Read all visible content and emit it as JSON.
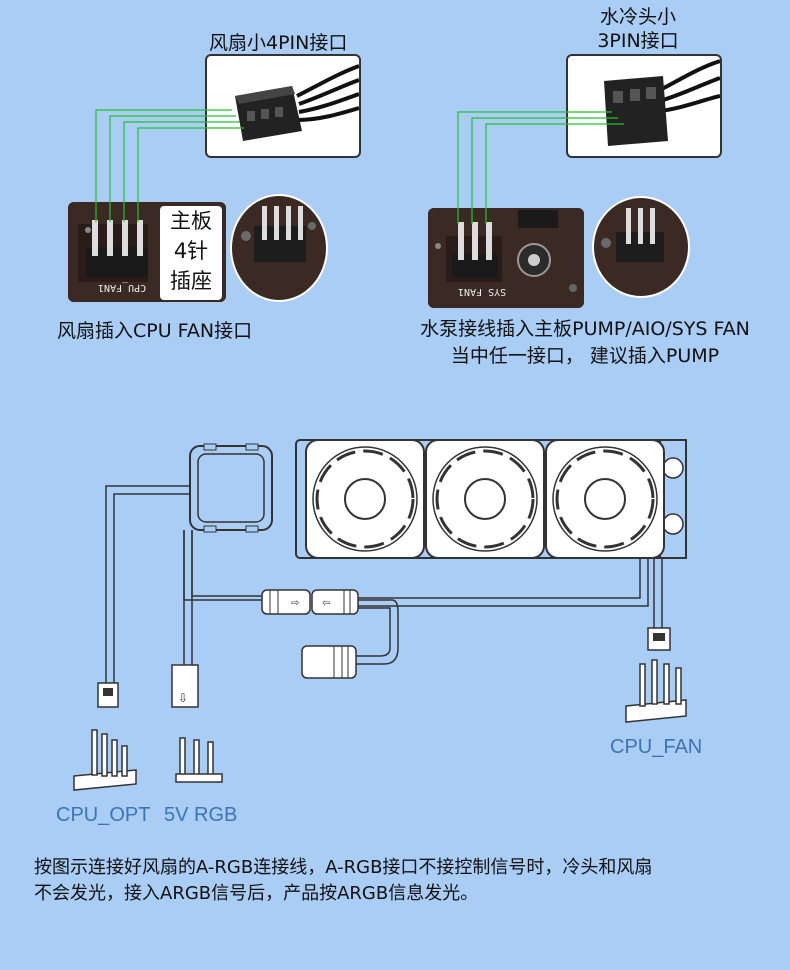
{
  "top_left": {
    "title": "风扇小4PIN接口",
    "badge_line1": "主板",
    "badge_line2": "4针",
    "badge_line3": "插座",
    "silk_label": "CPU_FAN1",
    "caption": "风扇插入CPU FAN接口"
  },
  "top_right": {
    "title_line1": "水冷头小",
    "title_line2": "3PIN接口",
    "silk_label": "SYS FAN1",
    "caption_line1": "水泵接线插入主板PUMP/AIO/SYS FAN",
    "caption_line2": "当中任一接口， 建议插入PUMP"
  },
  "bottom": {
    "label_cpu_opt": "CPU_OPT",
    "label_5v_rgb": "5V RGB",
    "label_cpu_fan": "CPU_FAN",
    "note_line1": "按图示连接好风扇的A-RGB连接线，A-RGB接口不接控制信号时，冷头和风扇",
    "note_line2": "不会发光，接入ARGB信号后，产品按ARGB信息发光。"
  },
  "colors": {
    "background": "#a9cdf5",
    "wire_green": "#22c22a",
    "label_blue": "#3f73b8"
  }
}
